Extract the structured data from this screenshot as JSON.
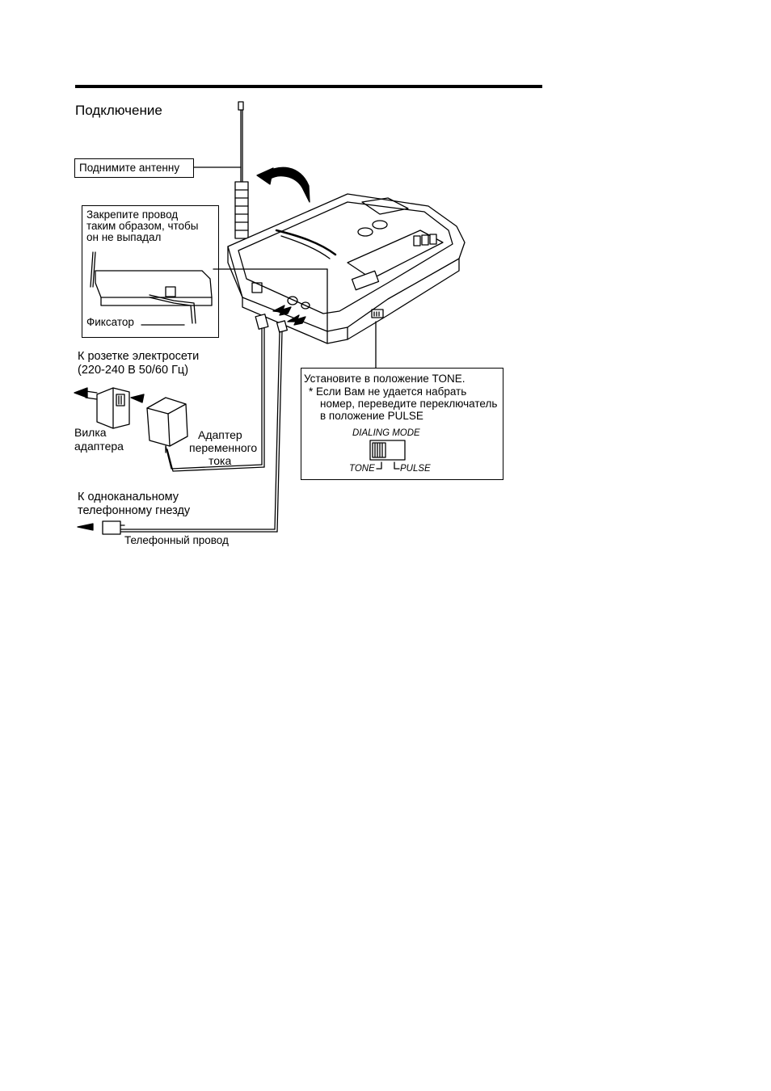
{
  "page": {
    "title": "Подключение"
  },
  "callouts": {
    "antenna": "Поднимите антенну",
    "secure_cord": [
      "Закрепите провод",
      "таким образом, чтобы",
      "он не выпадал"
    ],
    "clip": "Фиксатор",
    "outlet": [
      "К розетке электросети",
      "(220-240 В 50/60 Гц)"
    ],
    "adapter_plug": [
      "Вилка",
      "адаптера"
    ],
    "ac_adapter": [
      "Адаптер",
      "переменного",
      "тока"
    ],
    "phone_jack": [
      "К одноканальному",
      "телефонному гнезду"
    ],
    "phone_cord": "Телефонный провод"
  },
  "dialing_box": {
    "line1": "Установите в положение TONE.",
    "line2": "* Если Вам не удается набрать",
    "line3": "номер, переведите переключатель",
    "line4": "в положение PULSE",
    "mode_label": "DIALING MODE",
    "tone_label": "TONE",
    "pulse_label": "PULSE"
  }
}
